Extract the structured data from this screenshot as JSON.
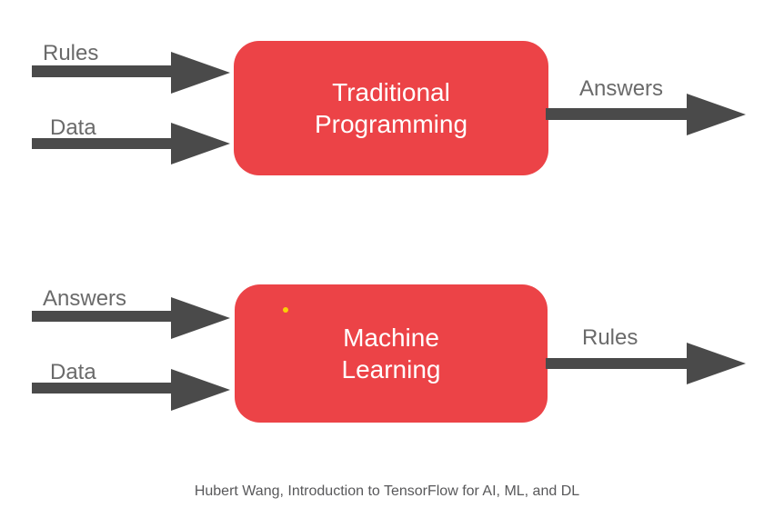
{
  "colors": {
    "background": "#ffffff",
    "box": "#ec4347",
    "box_text": "#ffffff",
    "arrow": "#4a4a4a",
    "label": "#6a6a6a",
    "caption": "#58585a",
    "dot": "#f9cf06"
  },
  "flows": {
    "traditional": {
      "inputs": [
        {
          "label": "Rules"
        },
        {
          "label": "Data"
        }
      ],
      "box": {
        "line1": "Traditional",
        "line2": "Programming"
      },
      "output": {
        "label": "Answers"
      }
    },
    "machine": {
      "inputs": [
        {
          "label": "Answers"
        },
        {
          "label": "Data"
        }
      ],
      "box": {
        "line1": "Machine",
        "line2": "Learning"
      },
      "output": {
        "label": "Rules"
      }
    }
  },
  "caption": "Hubert Wang, Introduction to TensorFlow for AI, ML, and DL"
}
